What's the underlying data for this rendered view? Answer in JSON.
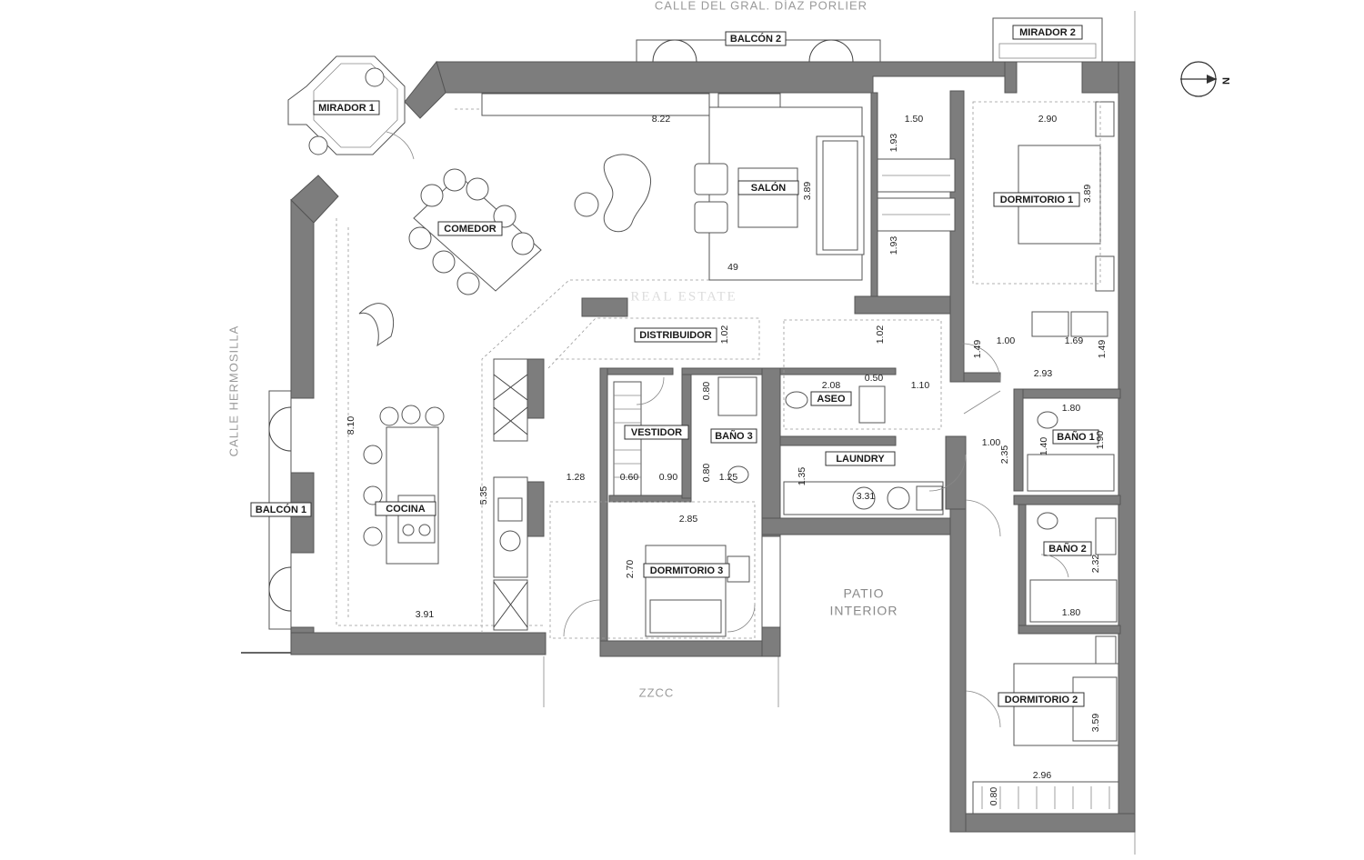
{
  "streets": {
    "north": "CALLE DEL GRAL. DÍAZ PORLIER",
    "west": "CALLE HERMOSILLA",
    "south": "ZZCC"
  },
  "patio": {
    "line1": "PATIO",
    "line2": "INTERIOR"
  },
  "watermark": "REAL ESTATE",
  "compass": {
    "label": "N"
  },
  "rooms": {
    "mirador1": "MIRADOR 1",
    "balcon2": "BALCÓN 2",
    "mirador2": "MIRADOR 2",
    "comedor": "COMEDOR",
    "salon": "SALÓN",
    "dormitorio1": "DORMITORIO 1",
    "distribuidor": "DISTRIBUIDOR",
    "aseo": "ASEO",
    "vestidor": "VESTIDOR",
    "bano3": "BAÑO 3",
    "laundry": "LAUNDRY",
    "bano1": "BAÑO 1",
    "balcon1": "BALCÓN 1",
    "cocina": "COCINA",
    "dormitorio3": "DORMITORIO 3",
    "bano2": "BAÑO 2",
    "dormitorio2": "DORMITORIO 2"
  },
  "dimensions": {
    "d822": "8.22",
    "d150": "1.50",
    "d290": "2.90",
    "d193a": "1.93",
    "d193b": "1.93",
    "d389a": "3.89",
    "d389b": "3.89",
    "d49": "49",
    "d810": "8.10",
    "d535": "5.35",
    "d391": "3.91",
    "d102a": "1.02",
    "d102b": "1.02",
    "d100a": "1.00",
    "d169": "1.69",
    "d149a": "1.49",
    "d149b": "1.49",
    "d293": "2.93",
    "d208": "2.08",
    "d050": "0.50",
    "d110": "1.10",
    "d080a": "0.80",
    "d080b": "0.80",
    "d180a": "1.80",
    "d140": "1.40",
    "d100b": "1.00",
    "d235": "2.35",
    "d190": "1.90",
    "d128": "1.28",
    "d060": "0.60",
    "d090": "0.90",
    "d125": "1.25",
    "d135": "1.35",
    "d331": "3.31",
    "d285": "2.85",
    "d270": "2.70",
    "d232": "2.32",
    "d180b": "1.80",
    "d359": "3.59",
    "d296": "2.96",
    "d080c": "0.80"
  }
}
